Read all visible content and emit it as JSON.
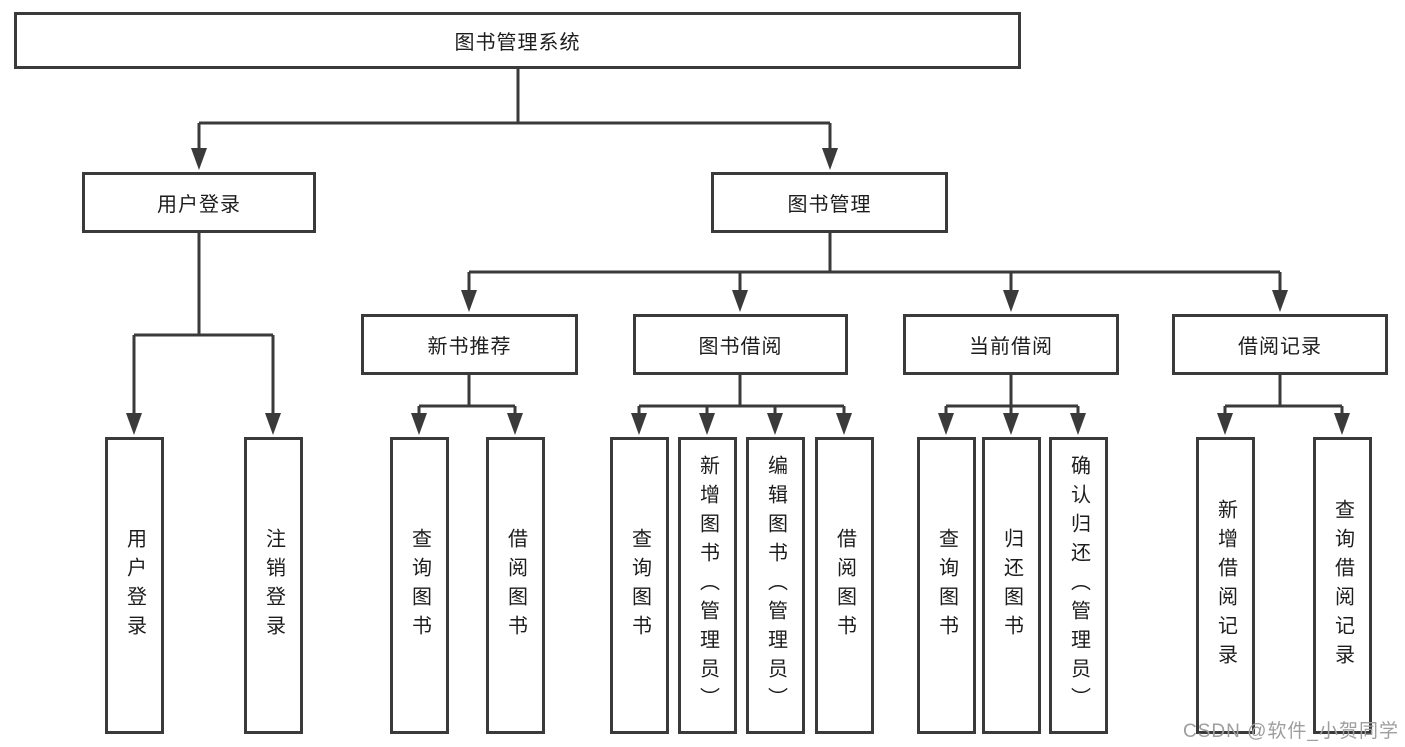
{
  "diagram": {
    "type": "hierarchy-tree",
    "watermark": "CSDN @软件_小贺同学",
    "colors": {
      "line": "#3a3a3a",
      "text": "#1d1d1d",
      "watermark": "#9e9e9e",
      "background": "#ffffff"
    },
    "root": {
      "label": "图书管理系统"
    },
    "level2": {
      "user_login": {
        "label": "用户登录",
        "children": {
          "login": {
            "label": "用户登录"
          },
          "logout": {
            "label": "注销登录"
          }
        }
      },
      "book_management": {
        "label": "图书管理",
        "children": {
          "new_book_recommend": {
            "label": "新书推荐",
            "children": {
              "query_books": {
                "label": "查询图书"
              },
              "borrow_books": {
                "label": "借阅图书"
              }
            }
          },
          "book_borrowing": {
            "label": "图书借阅",
            "children": {
              "query_books": {
                "label": "查询图书"
              },
              "add_books": {
                "label": "新增图书（管理员）"
              },
              "edit_books": {
                "label": "编辑图书（管理员）"
              },
              "borrow_books": {
                "label": "借阅图书"
              }
            }
          },
          "current_borrowing": {
            "label": "当前借阅",
            "children": {
              "query_books": {
                "label": "查询图书"
              },
              "return_books": {
                "label": "归还图书"
              },
              "confirm_return": {
                "label": "确认归还（管理员）"
              }
            }
          },
          "borrowing_records": {
            "label": "借阅记录",
            "children": {
              "add_record": {
                "label": "新增借阅记录"
              },
              "query_record": {
                "label": "查询借阅记录"
              }
            }
          }
        }
      }
    }
  }
}
